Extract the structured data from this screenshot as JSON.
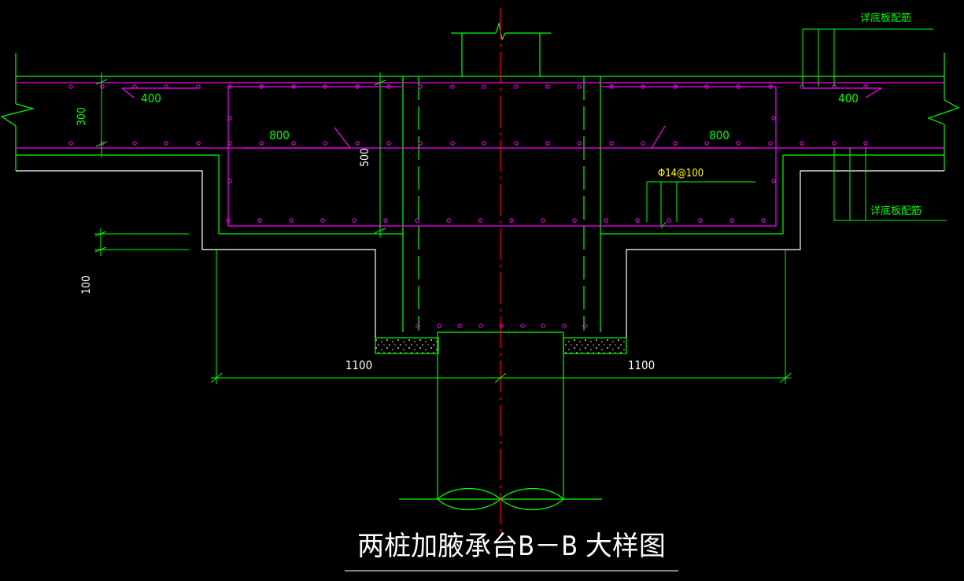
{
  "title": "两桩加腋承台B－B 大样图",
  "colors": {
    "background": "#000000",
    "concrete": "#00ff00",
    "outline": "#ffffff",
    "rebar": "#ff00ff",
    "centerline": "#ff0000",
    "callout": "#ffff00"
  },
  "labels": {
    "top_rebar_note": "详底板配筋",
    "bottom_rebar_note": "详底板配筋",
    "stirrup_note": "Φ14@100"
  },
  "dimensions": {
    "slab_thickness": "300",
    "haunch_depth": "500",
    "cushion_thickness": "100",
    "left_lap": "400",
    "right_lap": "400",
    "left_haunch_length": "800",
    "right_haunch_length": "800",
    "left_width": "1100",
    "right_width": "1100"
  }
}
